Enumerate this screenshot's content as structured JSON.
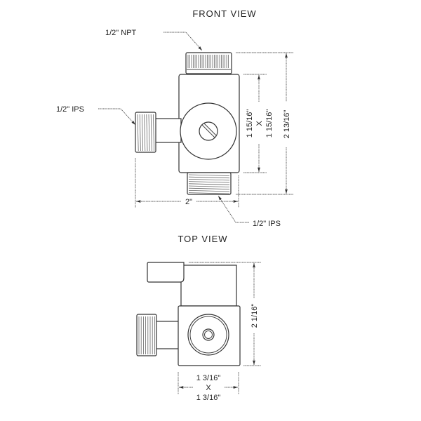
{
  "front_view": {
    "title": "FRONT VIEW",
    "labels": {
      "top_connection": "1/2\" NPT",
      "side_connection": "1/2\" IPS",
      "bottom_connection": "1/2\" IPS"
    },
    "dimensions": {
      "width": "2\"",
      "body_top": "1 15/16\"",
      "body_x": "X",
      "body_bottom": "1 15/16\"",
      "overall_height": "2 13/16\""
    }
  },
  "top_view": {
    "title": "TOP VIEW",
    "dimensions": {
      "height": "2 1/16\"",
      "width_top": "1 3/16\"",
      "width_x": "X",
      "width_bottom": "1 3/16\""
    }
  }
}
